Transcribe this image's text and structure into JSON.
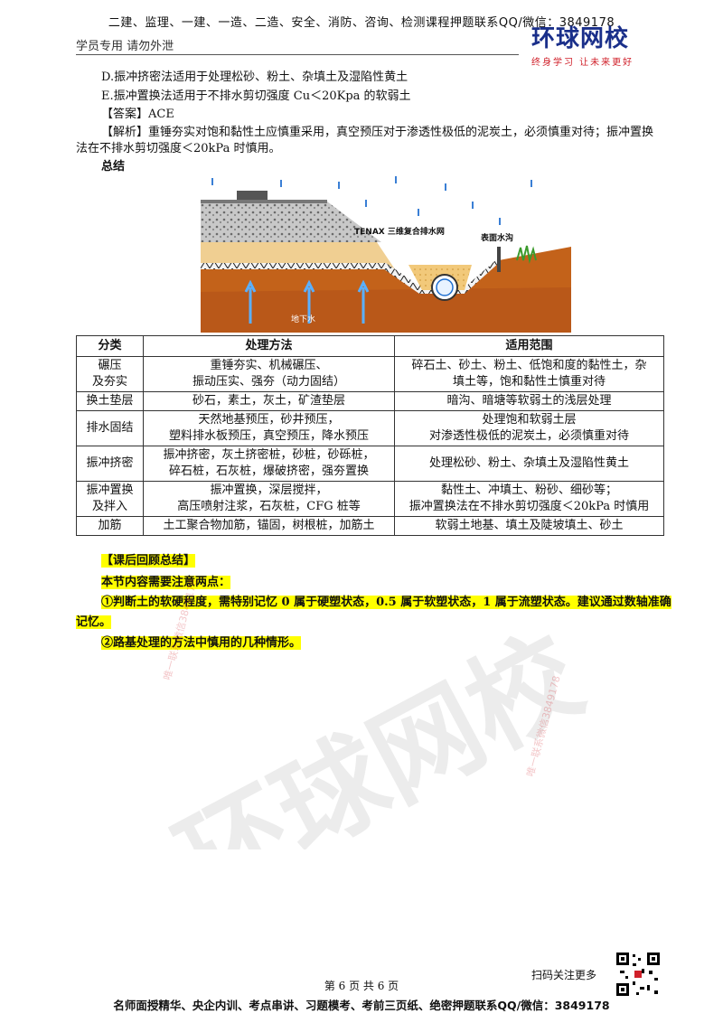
{
  "header": {
    "top": "二建、监理、一建、一造、二造、安全、消防、咨询、检测课程押题联系QQ/微信：3849178",
    "left": "学员专用 请勿外泄",
    "logo_main": "环球网校",
    "logo_sub": "终身学习  让未来更好"
  },
  "options": {
    "d": "D.振冲挤密法适用于处理松砂、粉土、杂填土及湿陷性黄土",
    "e": "E.振冲置换法适用于不排水剪切强度 Cu＜20Kpa 的软弱土"
  },
  "answer": "【答案】ACE",
  "analysis": "【解析】重锤夯实对饱和黏性土应慎重采用，真空预压对于渗透性极低的泥炭土，必须慎重对待；振冲置换法在不排水剪切强度＜20kPa 时慎用。",
  "summary_title": "总结",
  "figure": {
    "label_tenax": "TENAX 三维复合排水网",
    "label_ditch": "表面水沟",
    "label_groundwater": "地下水"
  },
  "table": {
    "headers": [
      "分类",
      "处理方法",
      "适用范围"
    ],
    "rows": [
      {
        "cat": [
          "碾压",
          "及夯实"
        ],
        "method": [
          "重锤夯实、机械碾压、",
          "振动压实、强夯（动力固结）"
        ],
        "scope": [
          "碎石土、砂土、粉土、低饱和度的黏性土，杂",
          "填土等，饱和黏性土慎重对待"
        ]
      },
      {
        "cat": [
          "换土垫层"
        ],
        "method": [
          "砂石，素土，灰土，矿渣垫层"
        ],
        "scope": [
          "暗沟、暗塘等软弱土的浅层处理"
        ]
      },
      {
        "cat": [
          "排水固结"
        ],
        "method": [
          "天然地基预压，砂井预压，",
          "塑料排水板预压，真空预压，降水预压"
        ],
        "scope": [
          "处理饱和软弱土层",
          "对渗透性极低的泥炭土，必须慎重对待"
        ]
      },
      {
        "cat": [
          "振冲挤密"
        ],
        "method": [
          "振冲挤密，灰土挤密桩，砂桩，砂砾桩，",
          "碎石桩，石灰桩，爆破挤密，强夯置换"
        ],
        "scope": [
          "处理松砂、粉土、杂填土及湿陷性黄土"
        ]
      },
      {
        "cat": [
          "振冲置换",
          "及拌入"
        ],
        "method": [
          "振冲置换，深层搅拌，",
          "高压喷射注浆，石灰桩，CFG 桩等"
        ],
        "scope": [
          "黏性土、冲填土、粉砂、细砂等；",
          "振冲置换法在不排水剪切强度＜20kPa 时慎用"
        ]
      },
      {
        "cat": [
          "加筋"
        ],
        "method": [
          "土工聚合物加筋，锚固，树根桩，加筋土"
        ],
        "scope": [
          "软弱土地基、填土及陡坡填土、砂土"
        ]
      }
    ]
  },
  "recap": {
    "title": "【课后回顾总结】",
    "intro": "本节内容需要注意两点：",
    "point1": "①判断土的软硬程度，需特别记忆 0 属于硬塑状态，0.5 属于软塑状态，1 属于流塑状态。建议通过数轴准确记忆。",
    "point2": "②路基处理的方法中慎用的几种情形。"
  },
  "footer": {
    "page": "第 6 页 共 6 页",
    "qr_label": "扫码关注更多",
    "bottom": "名师面授精华、央企内训、考点串讲、习题模考、考前三页纸、绝密押题联系QQ/微信：3849178"
  },
  "watermark": {
    "big": "环球网校",
    "small1": "唯一联系微信3849178",
    "small2": "唯一联系微信3849178"
  },
  "colors": {
    "logo_blue": "#1a2f8a",
    "logo_red": "#d0202a",
    "highlight": "#ffff00"
  }
}
